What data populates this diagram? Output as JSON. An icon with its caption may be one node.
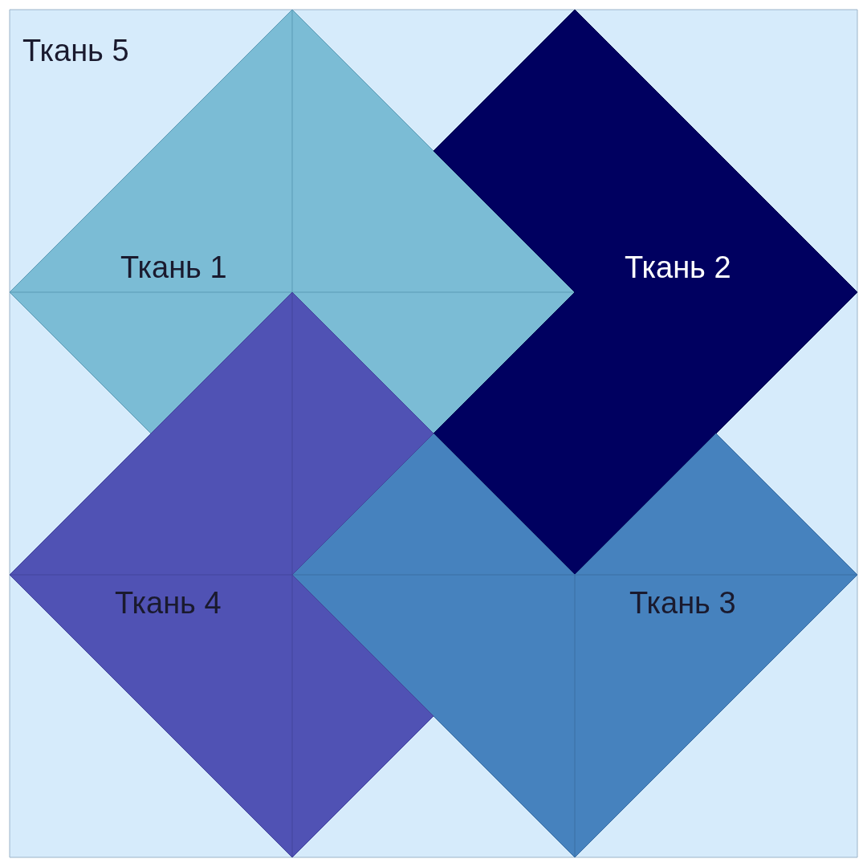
{
  "diagram": {
    "nodes": [
      {
        "text": [
          "Ткань 5"
        ]
      },
      {
        "text": [
          "Ткань 1"
        ],
        "in": 0
      },
      {
        "text": [
          "Ткань 2"
        ],
        "in": 0
      },
      {
        "text": [
          "Ткань 3"
        ],
        "in": 0
      },
      {
        "text": [
          "Ткань 4"
        ],
        "in": 0
      }
    ]
  }
}
